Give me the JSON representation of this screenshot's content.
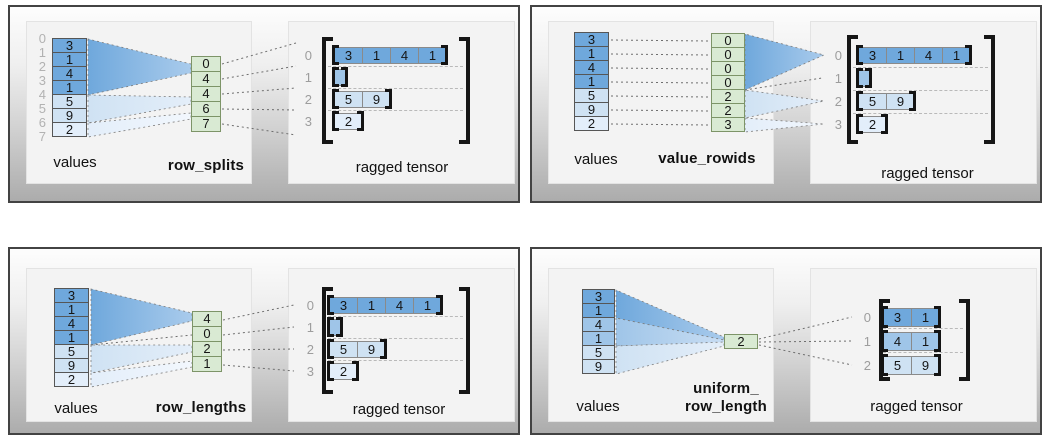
{
  "colors": {
    "group_dark_blue": "#6fa8dc",
    "group_medium_blue": "#9fc5e8",
    "group_light_blue": "#cfe2f3",
    "group_pale_blue": "#e3eefa",
    "key_column_green": "#d9ead3"
  },
  "panels": [
    {
      "values_label": "values",
      "key_label": "row_splits",
      "tensor_label": "ragged tensor",
      "value_indices": [
        "0",
        "1",
        "2",
        "3",
        "4",
        "5",
        "6",
        "7"
      ],
      "values": [
        "3",
        "1",
        "4",
        "1",
        "5",
        "9",
        "2"
      ],
      "key_cells": [
        "0",
        "4",
        "4",
        "6",
        "7"
      ],
      "row_indices": [
        "0",
        "1",
        "2",
        "3"
      ],
      "rows": [
        [
          "3",
          "1",
          "4",
          "1"
        ],
        [],
        [
          "5",
          "9"
        ],
        [
          "2"
        ]
      ]
    },
    {
      "values_label": "values",
      "key_label": "value_rowids",
      "tensor_label": "ragged tensor",
      "values": [
        "3",
        "1",
        "4",
        "1",
        "5",
        "9",
        "2"
      ],
      "key_cells": [
        "0",
        "0",
        "0",
        "0",
        "2",
        "2",
        "3"
      ],
      "row_indices": [
        "0",
        "1",
        "2",
        "3"
      ],
      "rows": [
        [
          "3",
          "1",
          "4",
          "1"
        ],
        [],
        [
          "5",
          "9"
        ],
        [
          "2"
        ]
      ]
    },
    {
      "values_label": "values",
      "key_label": "row_lengths",
      "tensor_label": "ragged tensor",
      "values": [
        "3",
        "1",
        "4",
        "1",
        "5",
        "9",
        "2"
      ],
      "key_cells": [
        "4",
        "0",
        "2",
        "1"
      ],
      "row_indices": [
        "0",
        "1",
        "2",
        "3"
      ],
      "rows": [
        [
          "3",
          "1",
          "4",
          "1"
        ],
        [],
        [
          "5",
          "9"
        ],
        [
          "2"
        ]
      ]
    },
    {
      "values_label": "values",
      "key_label_lines": [
        "uniform_",
        "row_length"
      ],
      "tensor_label": "ragged tensor",
      "values": [
        "3",
        "1",
        "4",
        "1",
        "5",
        "9"
      ],
      "key_cells": [
        "2"
      ],
      "row_indices": [
        "0",
        "1",
        "2"
      ],
      "rows": [
        [
          "3",
          "1"
        ],
        [
          "4",
          "1"
        ],
        [
          "5",
          "9"
        ]
      ]
    }
  ]
}
